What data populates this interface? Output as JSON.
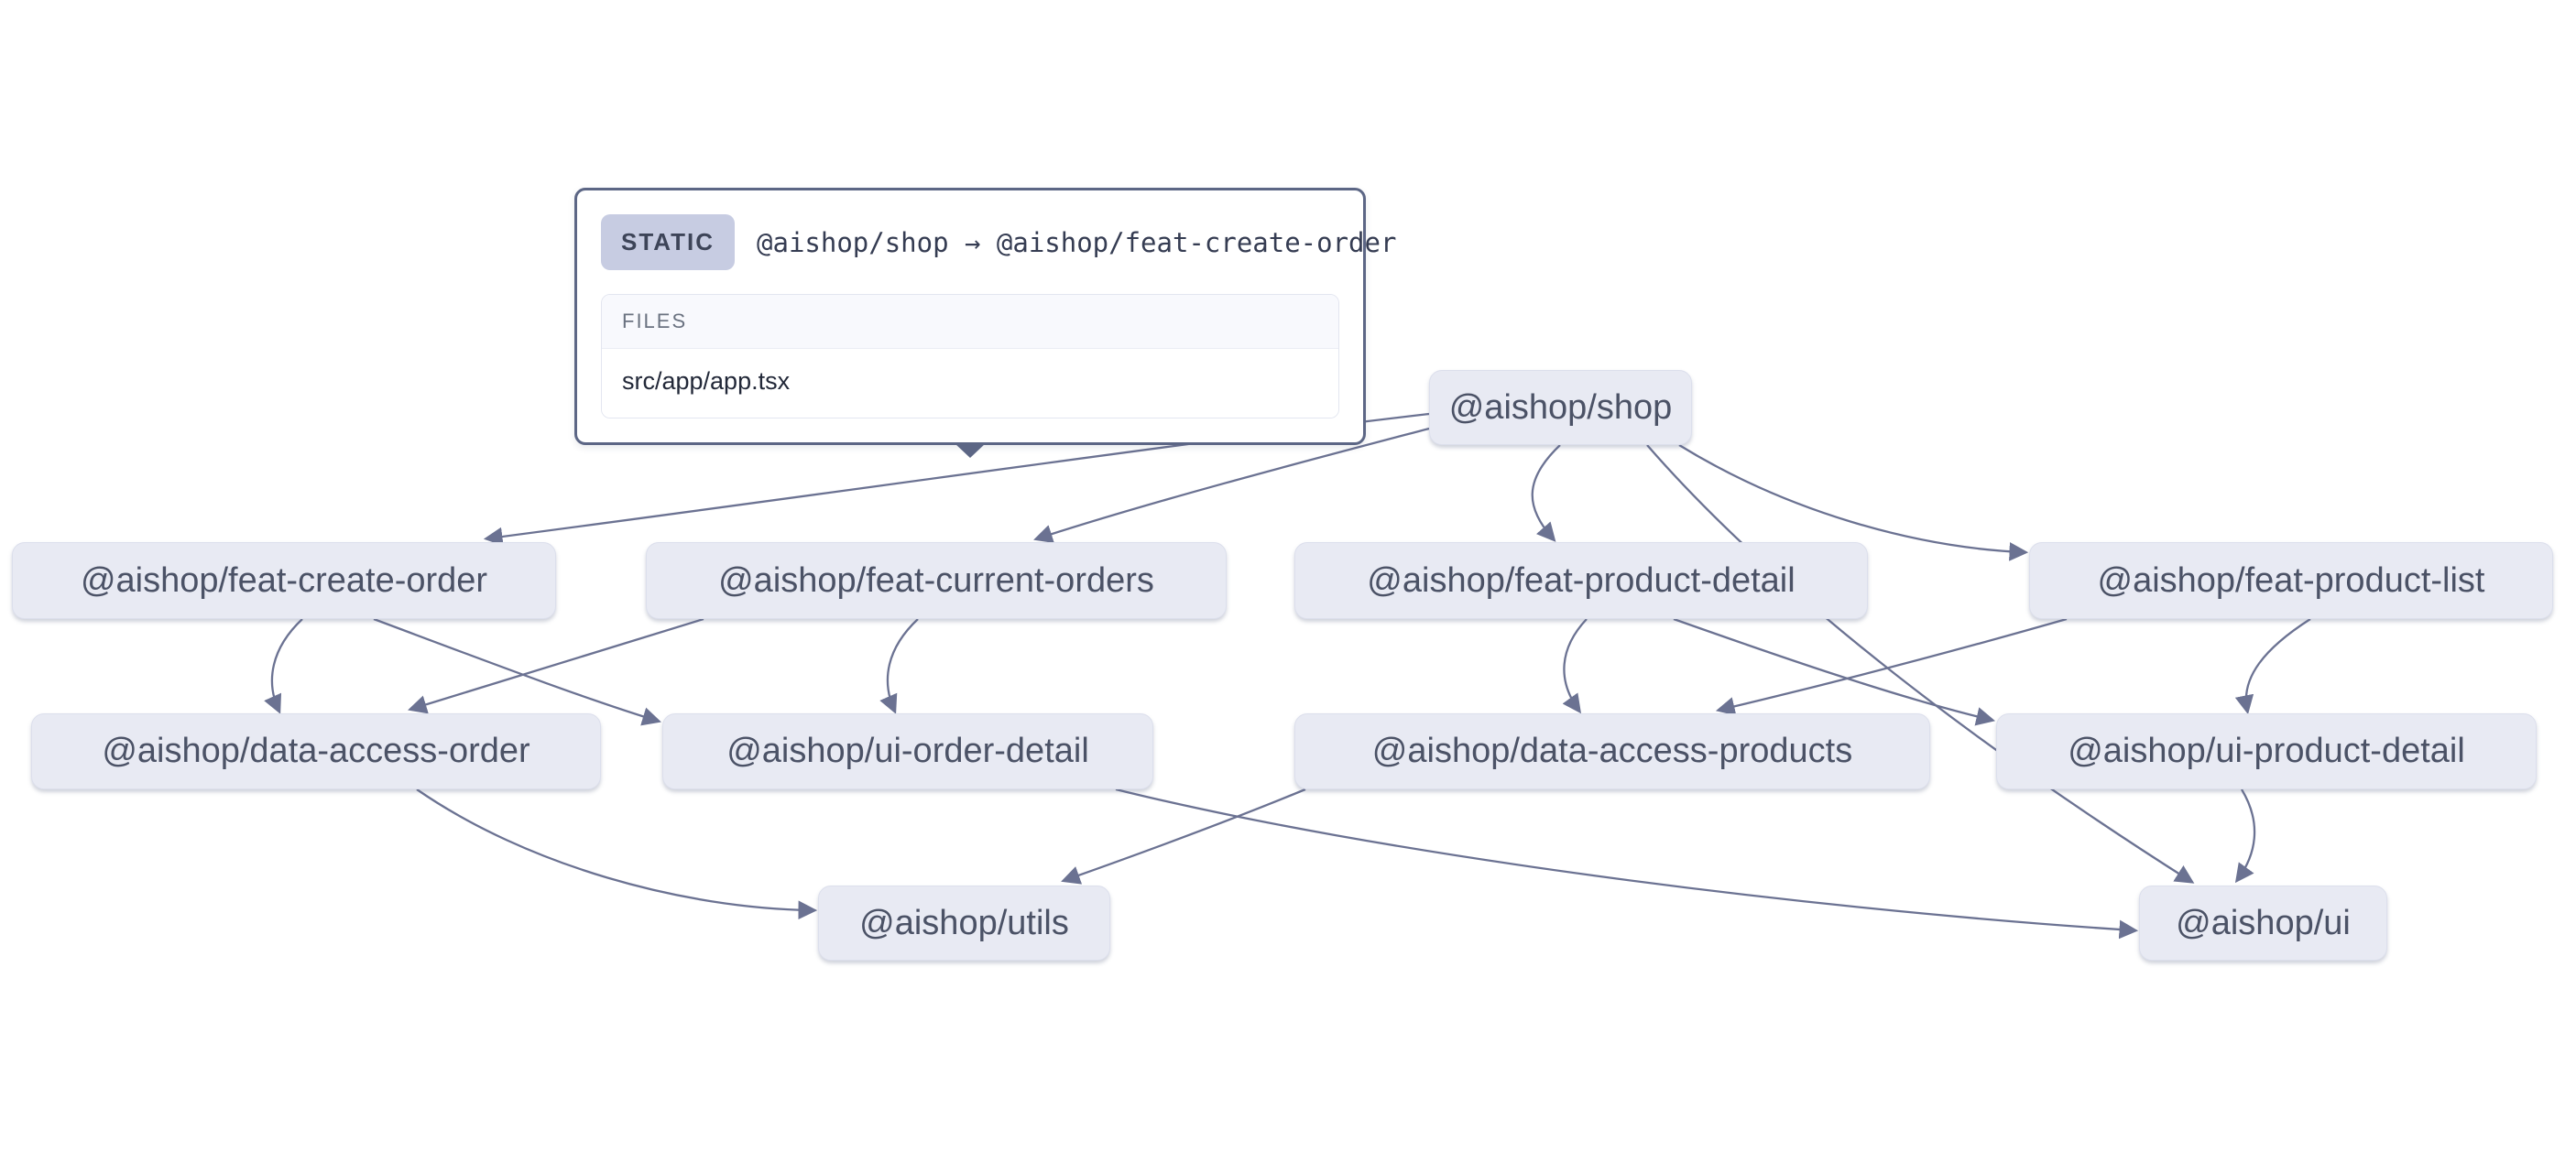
{
  "tooltip": {
    "type_label": "STATIC",
    "relation": "@aishop/shop → @aishop/feat-create-order",
    "files_header": "FILES",
    "files": [
      "src/app/app.tsx"
    ]
  },
  "graph": {
    "nodes": [
      {
        "id": "shop",
        "label": "@aishop/shop"
      },
      {
        "id": "feat-create-order",
        "label": "@aishop/feat-create-order"
      },
      {
        "id": "feat-current-orders",
        "label": "@aishop/feat-current-orders"
      },
      {
        "id": "feat-product-detail",
        "label": "@aishop/feat-product-detail"
      },
      {
        "id": "feat-product-list",
        "label": "@aishop/feat-product-list"
      },
      {
        "id": "data-access-order",
        "label": "@aishop/data-access-order"
      },
      {
        "id": "ui-order-detail",
        "label": "@aishop/ui-order-detail"
      },
      {
        "id": "data-access-products",
        "label": "@aishop/data-access-products"
      },
      {
        "id": "ui-product-detail",
        "label": "@aishop/ui-product-detail"
      },
      {
        "id": "utils",
        "label": "@aishop/utils"
      },
      {
        "id": "ui",
        "label": "@aishop/ui"
      }
    ],
    "edges": [
      {
        "source": "shop",
        "target": "feat-create-order",
        "type": "static"
      },
      {
        "source": "shop",
        "target": "feat-current-orders",
        "type": "static"
      },
      {
        "source": "shop",
        "target": "feat-product-detail",
        "type": "static"
      },
      {
        "source": "shop",
        "target": "feat-product-list",
        "type": "static"
      },
      {
        "source": "shop",
        "target": "ui",
        "type": "static"
      },
      {
        "source": "feat-create-order",
        "target": "data-access-order",
        "type": "static"
      },
      {
        "source": "feat-create-order",
        "target": "ui-order-detail",
        "type": "static"
      },
      {
        "source": "feat-current-orders",
        "target": "data-access-order",
        "type": "static"
      },
      {
        "source": "feat-current-orders",
        "target": "ui-order-detail",
        "type": "static"
      },
      {
        "source": "feat-product-detail",
        "target": "data-access-products",
        "type": "static"
      },
      {
        "source": "feat-product-detail",
        "target": "ui-product-detail",
        "type": "static"
      },
      {
        "source": "feat-product-list",
        "target": "data-access-products",
        "type": "static"
      },
      {
        "source": "feat-product-list",
        "target": "ui-product-detail",
        "type": "static"
      },
      {
        "source": "data-access-order",
        "target": "utils",
        "type": "static"
      },
      {
        "source": "data-access-products",
        "target": "utils",
        "type": "static"
      },
      {
        "source": "ui-order-detail",
        "target": "ui",
        "type": "static"
      },
      {
        "source": "ui-product-detail",
        "target": "ui",
        "type": "static"
      }
    ]
  },
  "colors": {
    "edge": "#6b7292",
    "node_bg": "#e8eaf3",
    "node_text": "#4b5266",
    "tooltip_border": "#5c6685",
    "badge_bg": "#c7cce2",
    "badge_text": "#3d4458",
    "canvas_bg": "#ffffff"
  }
}
